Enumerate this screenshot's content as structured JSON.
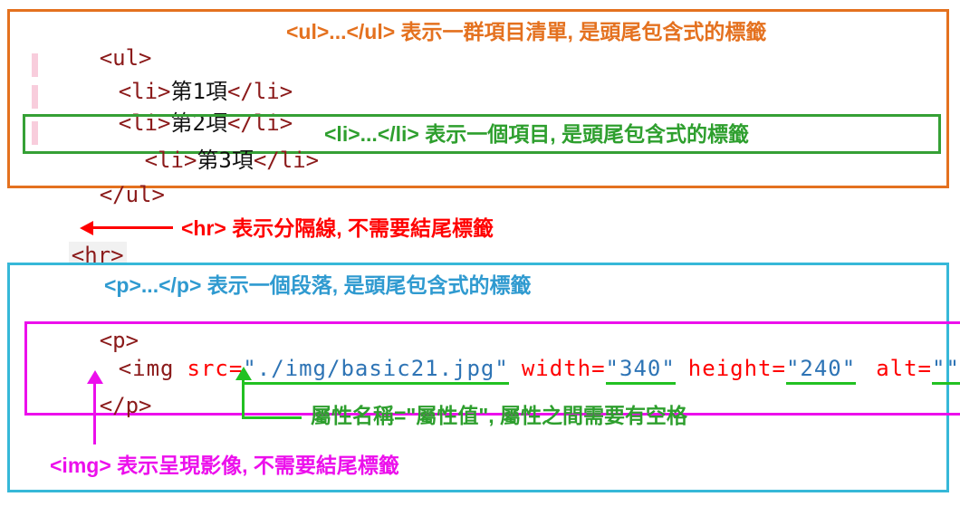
{
  "colors": {
    "orange": "#E4711F",
    "green_box": "#35A035",
    "green_bright": "#22C122",
    "red": "#FF0000",
    "cyan": "#36B8D8",
    "blue_annotation": "#2F9AD0",
    "magenta": "#EC0FEC",
    "code_tag": "#8B1A1A",
    "attr_name": "#FF0000",
    "attr_value": "#2E74B5"
  },
  "ul_block": {
    "open_tag": "<ul>",
    "close_tag": "</ul>",
    "annotation": "<ul>...</ul> 表示一群項目清單, 是頭尾包含式的標籤",
    "items": [
      {
        "open": "<li>",
        "text": "第1項",
        "close": "</li>"
      },
      {
        "open": "<li>",
        "text": "第2項",
        "close": "</li>"
      },
      {
        "open": "<li>",
        "text": "第3項",
        "close": "</li>"
      }
    ],
    "li_annotation": "<li>...</li> 表示一個項目, 是頭尾包含式的標籤"
  },
  "hr_section": {
    "code": "<hr>",
    "annotation": "<hr> 表示分隔線, 不需要結尾標籤"
  },
  "p_block": {
    "annotation": "<p>...</p> 表示一個段落, 是頭尾包含式的標籤",
    "open_tag": "<p>",
    "close_tag": "</p>",
    "img": {
      "tag_open": "<img",
      "attrs": [
        {
          "name": "src=",
          "value": "\"./img/basic21.jpg\""
        },
        {
          "name": "width=",
          "value": "\"340\""
        },
        {
          "name": "height=",
          "value": "\"240\""
        },
        {
          "name": "alt=",
          "value": "\"\""
        }
      ],
      "tag_close": ">"
    },
    "attr_annotation": "屬性名稱=\"屬性值\", 屬性之間需要有空格",
    "img_annotation": "<img> 表示呈現影像, 不需要結尾標籤"
  }
}
